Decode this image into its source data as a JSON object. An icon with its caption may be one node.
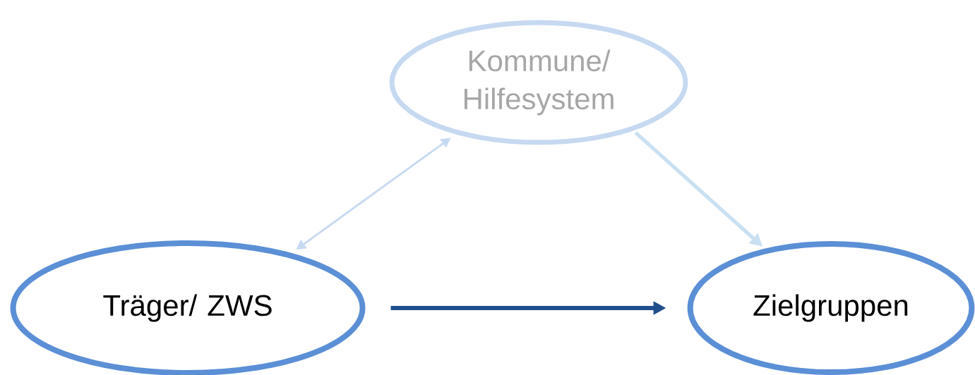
{
  "diagram": {
    "nodes": [
      {
        "text": [
          "Kommune/ Hilfesystem"
        ]
      },
      {
        "text": [
          "Träger/ ZWS"
        ]
      },
      {
        "text": [
          "Zielgruppen"
        ]
      }
    ],
    "edges": [
      {
        "from": 1,
        "to": 0,
        "arrow": "both",
        "color": "#c6d9f1"
      },
      {
        "from": 0,
        "to": 2,
        "arrow": "to",
        "color": "#c9e0f2"
      },
      {
        "from": 1,
        "to": 2,
        "arrow": "to",
        "color": "#1f4e8c"
      }
    ]
  }
}
